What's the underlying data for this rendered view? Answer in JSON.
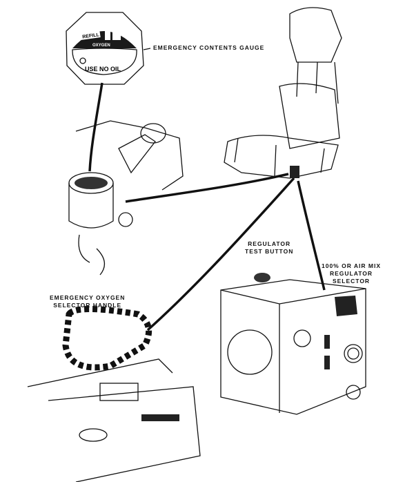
{
  "gauge": {
    "refill": "REFILL",
    "oxygen": "OXYGEN",
    "warning": "USE NO OIL"
  },
  "labels": {
    "emergency_contents_gauge": "EMERGENCY CONTENTS GAUGE",
    "regulator_test_button": [
      "REGULATOR",
      "TEST BUTTON"
    ],
    "regulator_selector": [
      "100% OR AIR MIX",
      "REGULATOR",
      "SELECTOR"
    ],
    "emergency_selector_handle": [
      "EMERGENCY OXYGEN",
      "SELECTOR HANDLE"
    ]
  }
}
